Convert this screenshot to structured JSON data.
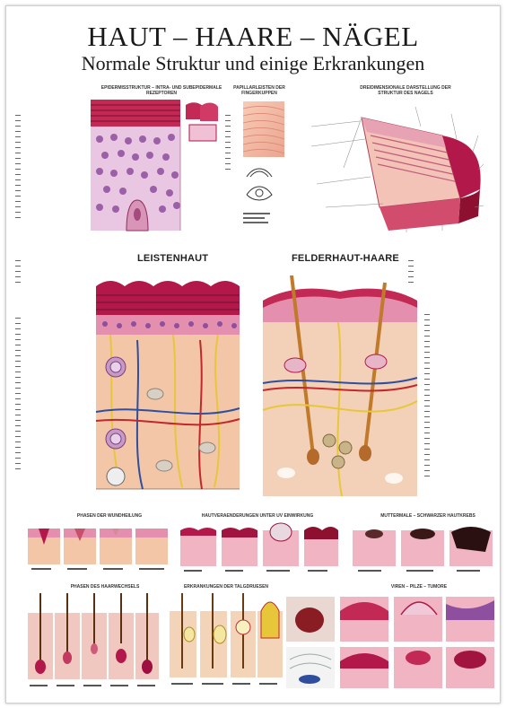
{
  "title": "HAUT – HAARE – NÄGEL",
  "subtitle": "Normale Struktur und einige Erkrankungen",
  "sections": {
    "epidermis": "EPIDERMISSTRUKTUR – INTRA- UND SUBEPIDERMALE REZEPTOREN",
    "papillar": "PAPILLARLEISTEN DER FINGERKUPPEN",
    "nail": "DREIDIMENSIONALE DARSTELLUNG DER STRUKTUR DES NAGELS",
    "leistenhaut": "LEISTENHAUT",
    "felderhaut": "FELDERHAUT-HAARE",
    "wound": "PHASEN DER WUNDHEILUNG",
    "uv": "HAUTVERAENDERUNGEN UNTER UV EINWIRKUNG",
    "mole": "MUTTERMALE – SCHWARZER HAUTKREBS",
    "hair_cycle": "PHASEN DES HAARWECHSELS",
    "sebaceous": "ERKRANKUNGEN DER TALGDRUESEN",
    "viral": "VIREN – PILZE – TUMORE"
  },
  "colors": {
    "skin_red": "#b2184a",
    "skin_pink": "#e58fae",
    "dermis": "#f3c6a8",
    "cell_purple": "#8e4f9e",
    "nerve_yellow": "#e8c63a",
    "vessel_blue": "#2f4f9e",
    "vessel_red": "#c0282c"
  }
}
